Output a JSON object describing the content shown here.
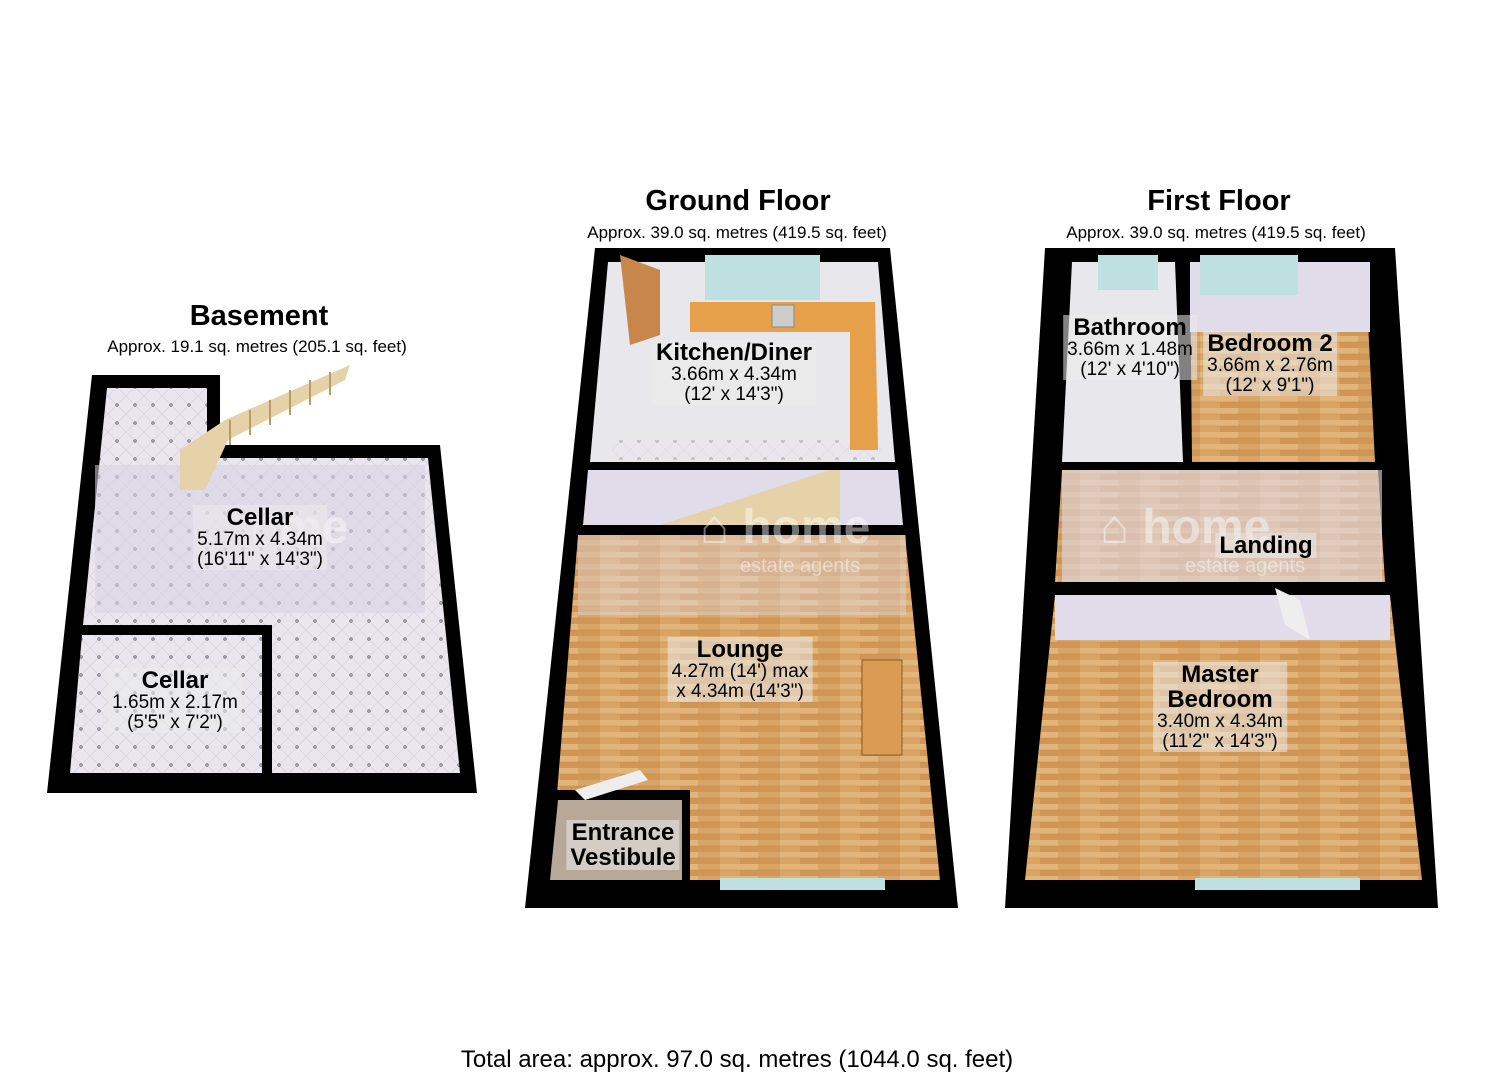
{
  "floors": {
    "basement": {
      "title": "Basement",
      "area": "Approx. 19.1 sq. metres (205.1 sq. feet)"
    },
    "ground": {
      "title": "Ground Floor",
      "area": "Approx. 39.0 sq. metres (419.5 sq. feet)"
    },
    "first": {
      "title": "First Floor",
      "area": "Approx. 39.0 sq. metres (419.5 sq. feet)"
    }
  },
  "rooms": {
    "cellar1": {
      "name": "Cellar",
      "dim_m": "5.17m x 4.34m",
      "dim_ft": "(16'11\" x 14'3\")"
    },
    "cellar2": {
      "name": "Cellar",
      "dim_m": "1.65m x 2.17m",
      "dim_ft": "(5'5\" x 7'2\")"
    },
    "kitchen": {
      "name": "Kitchen/Diner",
      "dim_m": "3.66m x 4.34m",
      "dim_ft": "(12' x 14'3\")"
    },
    "lounge": {
      "name": "Lounge",
      "dim_m": "4.27m (14') max",
      "dim_ft": "x 4.34m (14'3\")"
    },
    "vestibule": {
      "name1": "Entrance",
      "name2": "Vestibule"
    },
    "bathroom": {
      "name": "Bathroom",
      "dim_m": "3.66m x 1.48m",
      "dim_ft": "(12' x 4'10\")"
    },
    "bedroom2": {
      "name": "Bedroom 2",
      "dim_m": "3.66m x 2.76m",
      "dim_ft": "(12' x 9'1\")"
    },
    "landing": {
      "name": "Landing"
    },
    "master": {
      "name1": "Master",
      "name2": "Bedroom",
      "dim_m": "3.40m x 4.34m",
      "dim_ft": "(11'2\" x 14'3\")"
    }
  },
  "watermark": {
    "brand": "home",
    "tagline": "estate agents"
  },
  "colors": {
    "wall": "#000000",
    "wood": "#d9a566",
    "lavender": "#d8d2e6",
    "tile": "#e8e8ec",
    "worktop": "#e6a04a"
  },
  "total_area": "Total area: approx. 97.0 sq. metres (1044.0 sq. feet)"
}
